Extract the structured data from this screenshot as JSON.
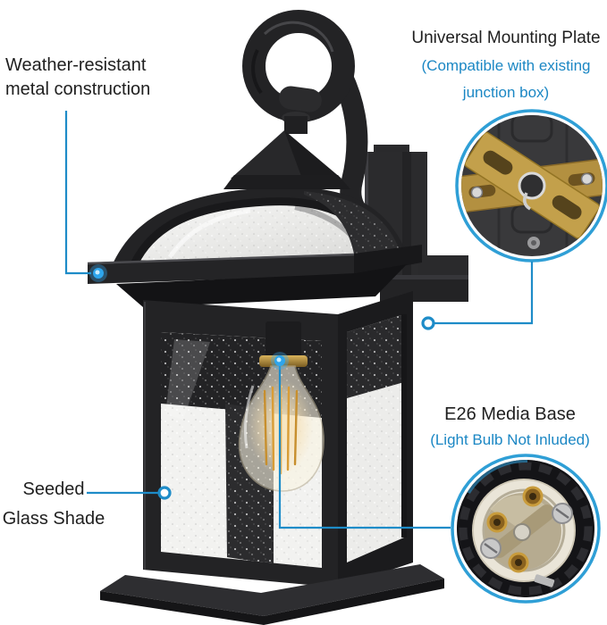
{
  "callouts": {
    "weather": {
      "line1": "Weather-resistant",
      "line2": "metal construction"
    },
    "mounting_plate": {
      "title": "Universal Mounting Plate",
      "sub_line1": "(Compatible with existing",
      "sub_line2": "junction box)"
    },
    "e26_base": {
      "title": "E26 Media Base",
      "sub": "(Light Bulb Not Inluded)"
    },
    "seeded_glass": {
      "line1": "Seeded",
      "line2": "Glass Shade"
    }
  },
  "colors": {
    "accent_blue": "#1e8cc8",
    "glow_blue": "#36aaf0",
    "label_text": "#1f1f1f",
    "background": "#ffffff",
    "lantern_black": "#222224",
    "brass_gold": "#c3a04b",
    "bulb_amber": "#e0a94e",
    "seeded_glass_light": "#f2f2f0"
  }
}
